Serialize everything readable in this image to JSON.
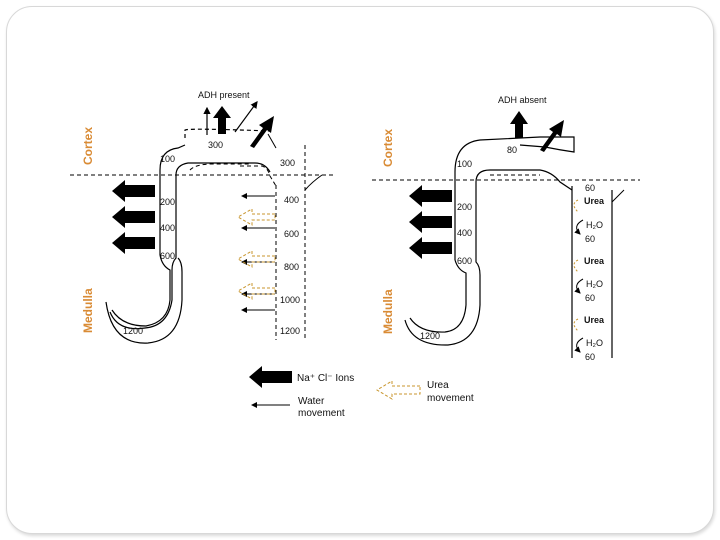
{
  "left_panel": {
    "header": "ADH present",
    "zone_top": "Cortex",
    "zone_bottom": "Medulla",
    "tubule_values": [
      "100",
      "200",
      "400",
      "600",
      "1200"
    ],
    "cap_value": "300",
    "duct_values": [
      "300",
      "400",
      "600",
      "800",
      "1000",
      "1200"
    ]
  },
  "right_panel": {
    "header": "ADH absent",
    "zone_top": "Cortex",
    "zone_bottom": "Medulla",
    "tubule_values": [
      "100",
      "200",
      "400",
      "600",
      "1200"
    ],
    "cap_value": "80",
    "duct_labels": {
      "top_value": "60",
      "urea": "Urea",
      "water": "H₂O",
      "value_below": "60"
    }
  },
  "legend": {
    "ions": "Na⁺ Cl⁻ Ions",
    "water_line1": "Water",
    "water_line2": "movement",
    "urea_line1": "Urea",
    "urea_line2": "movement"
  },
  "colors": {
    "zone_label": "#d98b35",
    "urea_outline": "#c8962e",
    "ink": "#000000"
  }
}
